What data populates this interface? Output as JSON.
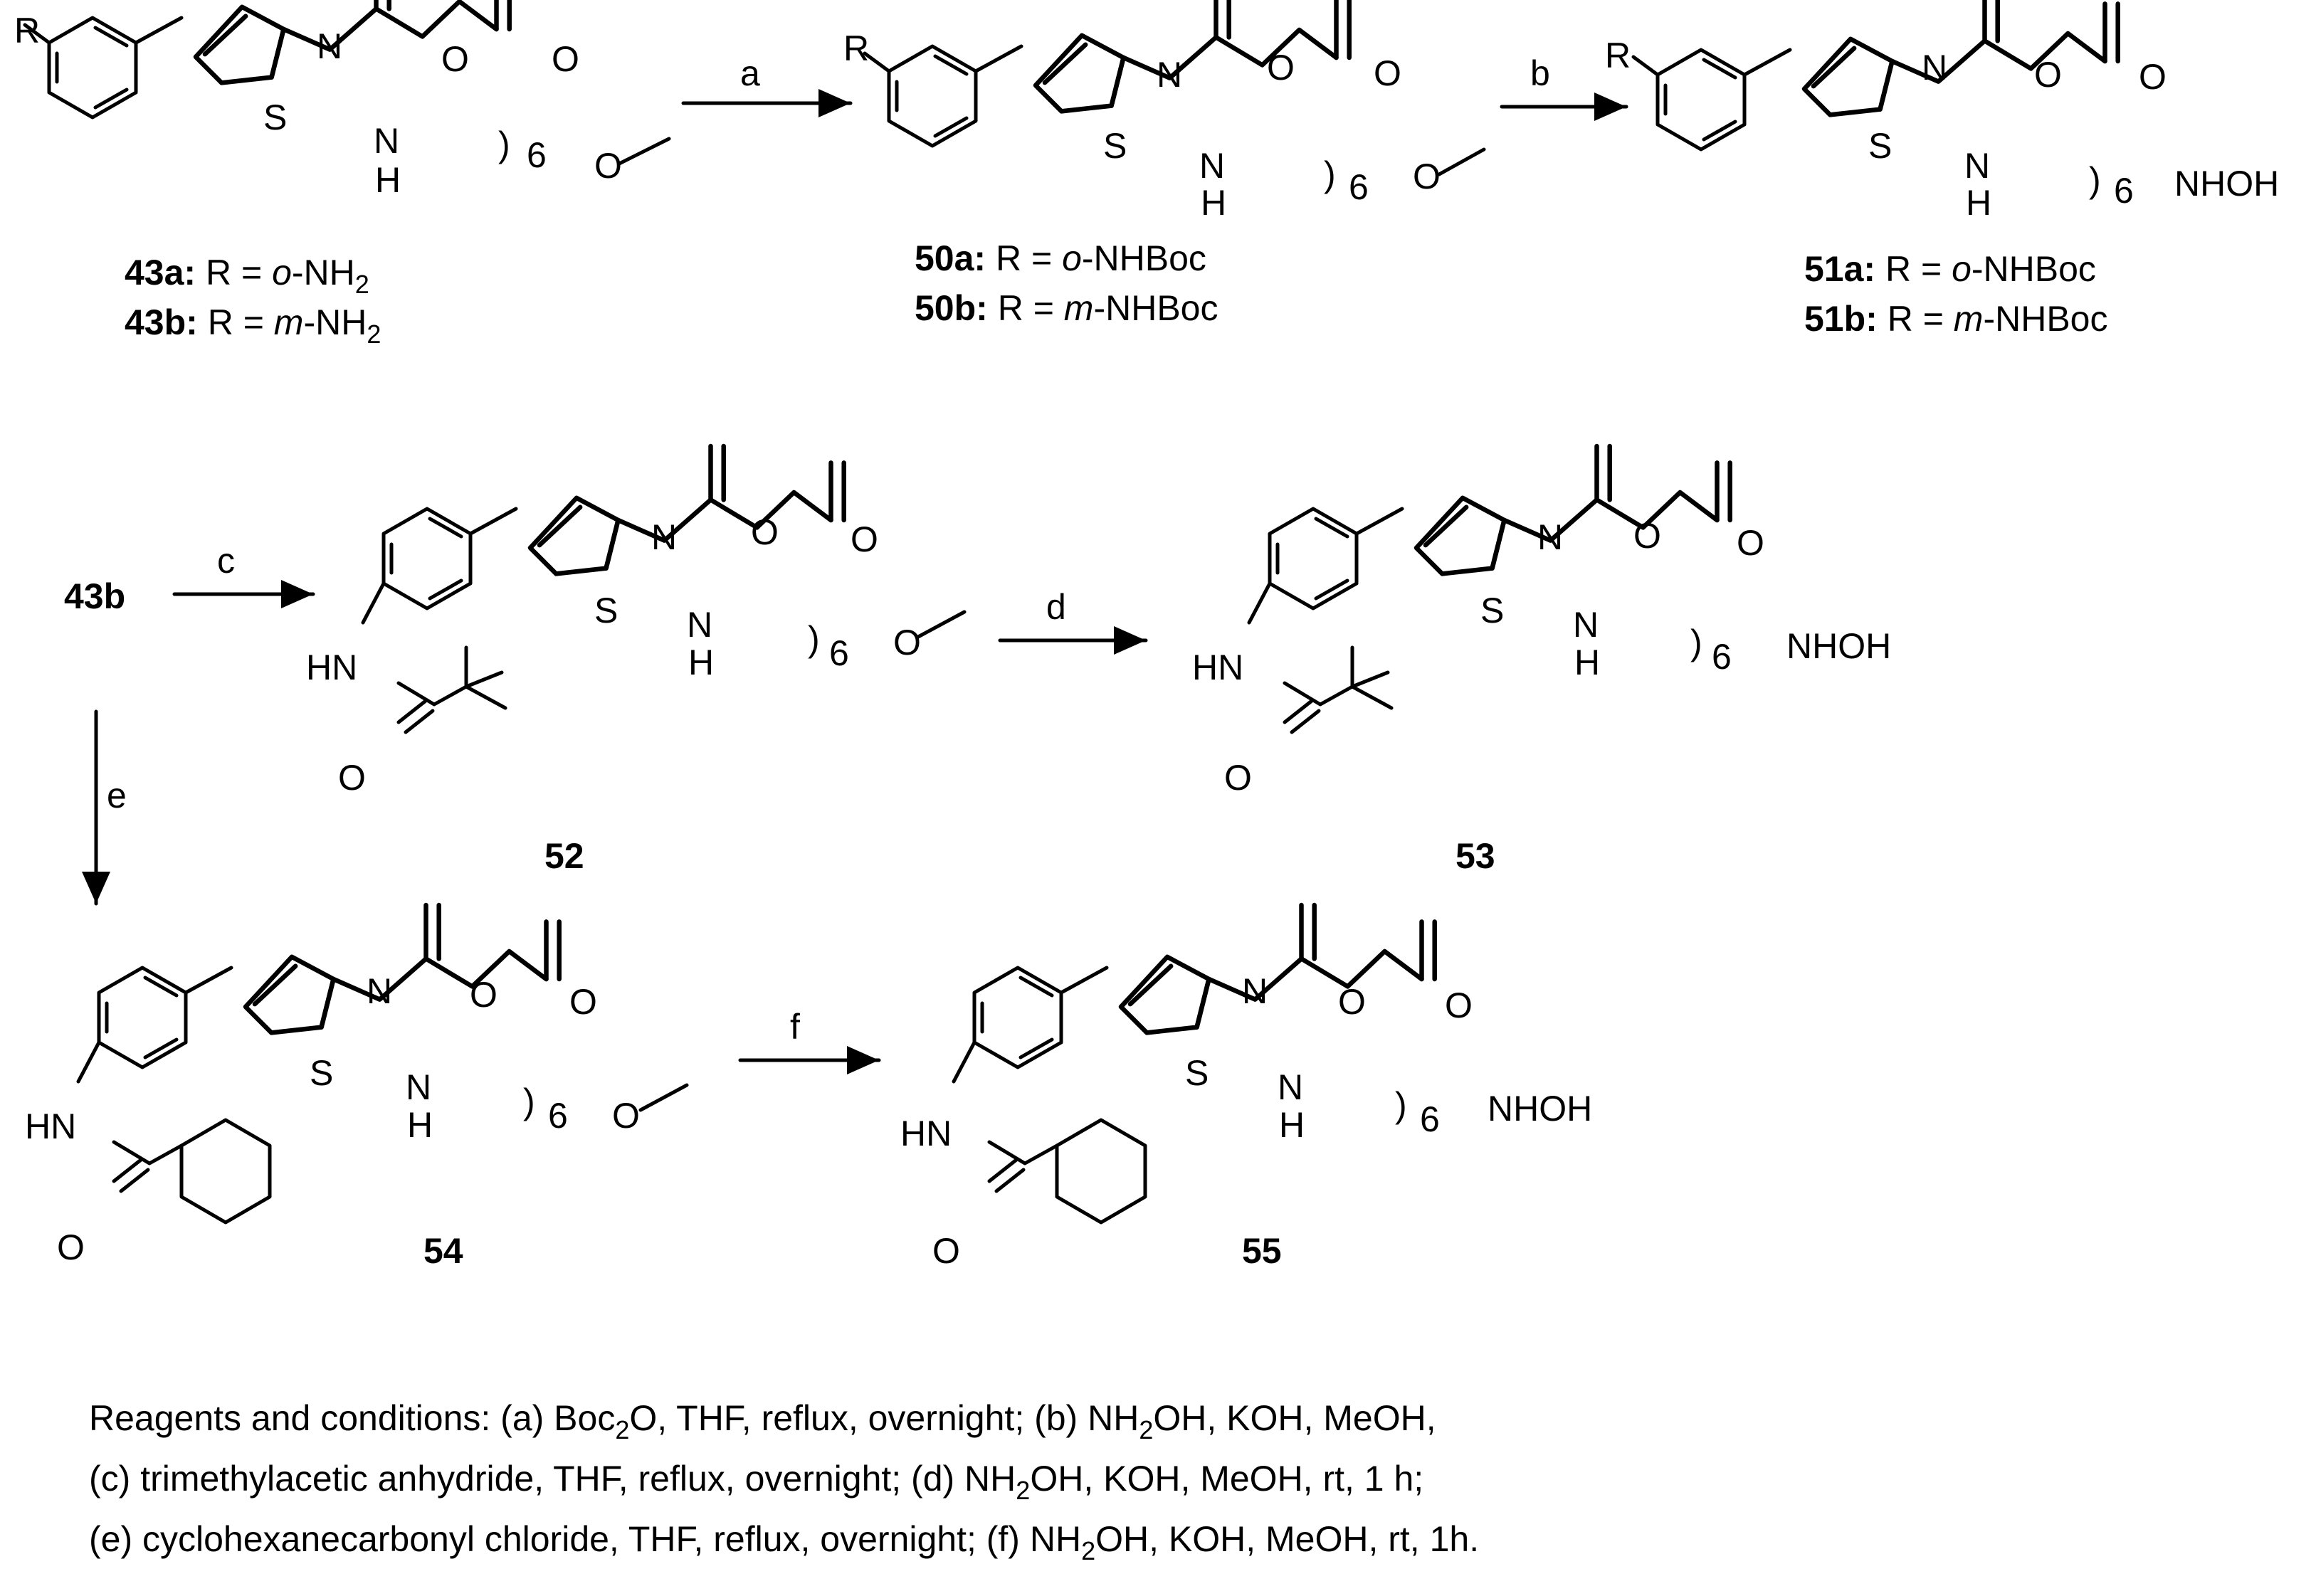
{
  "atoms": {
    "R": "R",
    "N": "N",
    "S": "S",
    "O": "O",
    "NH": "N",
    "H": "H",
    "HN": "HN",
    "six": "6",
    "NHOH": "NHOH",
    "open_paren": "(",
    "close_paren": ")"
  },
  "compounds": {
    "c43a": {
      "id": "43a:",
      "rest_pre": " R = ",
      "italic": "o",
      "rest_post": "-NH",
      "sub": "2"
    },
    "c43b": {
      "id": "43b:",
      "rest_pre": " R = ",
      "italic": "m",
      "rest_post": "-NH",
      "sub": "2"
    },
    "c50a": {
      "id": "50a:",
      "rest_pre": " R = ",
      "italic": "o",
      "rest_post": "-NHBoc"
    },
    "c50b": {
      "id": "50b:",
      "rest_pre": " R = ",
      "italic": "m",
      "rest_post": "-NHBoc"
    },
    "c51a": {
      "id": "51a:",
      "rest_pre": " R = ",
      "italic": "o",
      "rest_post": "-NHBoc"
    },
    "c51b": {
      "id": "51b:",
      "rest_pre": " R = ",
      "italic": "m",
      "rest_post": "-NHBoc"
    },
    "start_43b": "43b",
    "c52": "52",
    "c53": "53",
    "c54": "54",
    "c55": "55"
  },
  "arrows": {
    "a": "a",
    "b": "b",
    "c": "c",
    "d": "d",
    "e": "e",
    "f": "f"
  },
  "conditions": {
    "line1_pre": "Reagents and conditions: (a) Boc",
    "line1_sub": "2",
    "line1_mid": "O, THF, reflux, overnight; (b) NH",
    "line1_sub2": "2",
    "line1_post": "OH, KOH, MeOH,",
    "line2_pre": "(c) trimethylacetic anhydride, THF, reflux, overnight; (d) NH",
    "line2_sub": "2",
    "line2_post": "OH, KOH, MeOH, rt, 1 h;",
    "line3_pre": "(e) cyclohexanecarbonyl chloride, THF, reflux, overnight; (f) NH",
    "line3_sub": "2",
    "line3_post": "OH, KOH, MeOH, rt, 1h."
  }
}
